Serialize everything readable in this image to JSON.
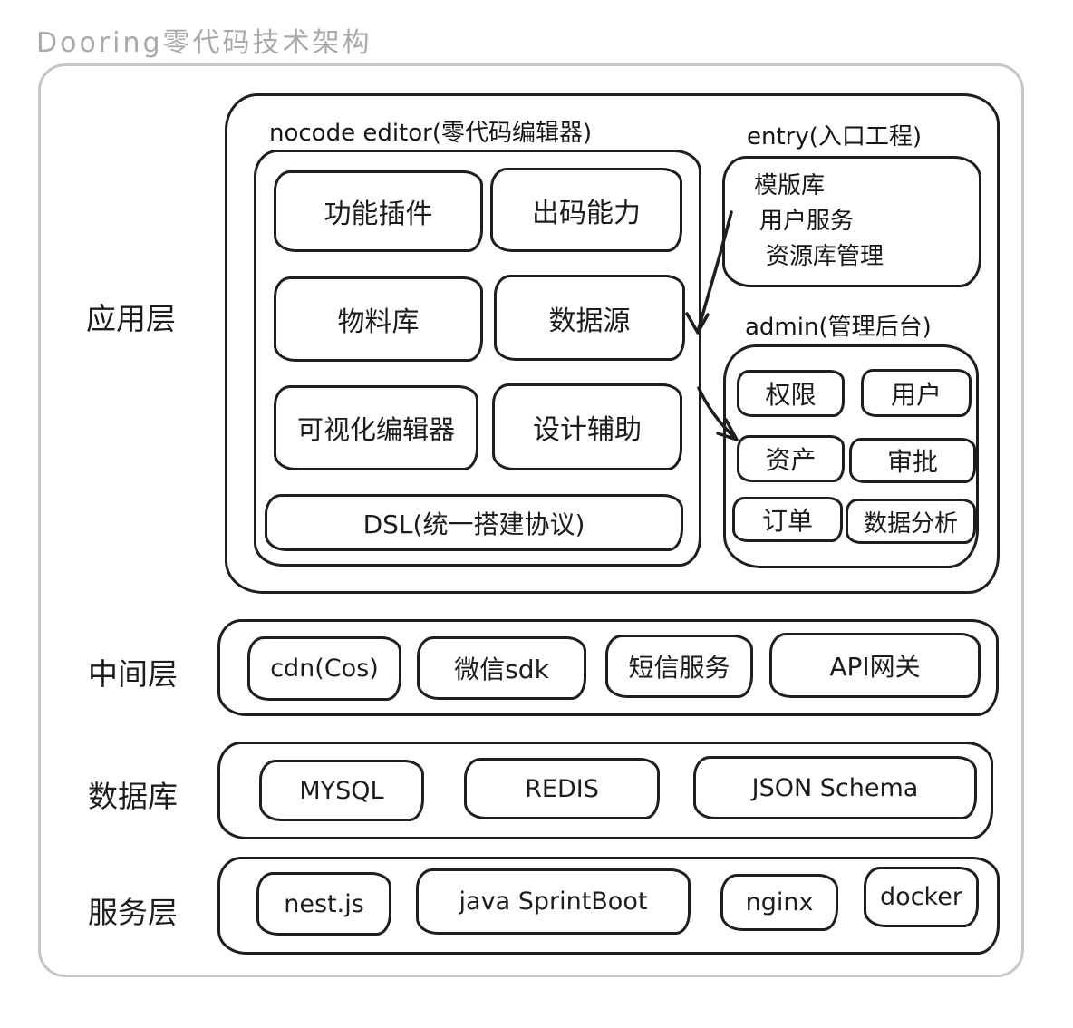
{
  "page_title": "Dooring零代码技术架构",
  "layers": {
    "app": {
      "label": "应用层",
      "nocode_editor": {
        "title": "nocode editor(零代码编辑器)",
        "items": [
          "功能插件",
          "出码能力",
          "物料库",
          "数据源",
          "可视化编辑器",
          "设计辅助"
        ],
        "dsl_label": "DSL(统一搭建协议)"
      },
      "entry": {
        "title": "entry(入口工程)",
        "items": [
          "模版库",
          "用户服务",
          "资源库管理"
        ]
      },
      "admin": {
        "title": "admin(管理后台)",
        "items": [
          "权限",
          "用户",
          "资产",
          "审批",
          "订单",
          "数据分析"
        ]
      }
    },
    "middle": {
      "label": "中间层",
      "items": [
        "cdn(Cos)",
        "微信sdk",
        "短信服务",
        "API网关"
      ]
    },
    "database": {
      "label": "数据库",
      "items": [
        "MYSQL",
        "REDIS",
        "JSON Schema"
      ]
    },
    "service": {
      "label": "服务层",
      "items": [
        "nest.js",
        "java SprintBoot",
        "nginx",
        "docker"
      ]
    }
  },
  "colors": {
    "stroke": "#1e1e1e",
    "frame_border": "#c6c6c6",
    "title_text": "#a9a9a9",
    "background": "#ffffff"
  }
}
